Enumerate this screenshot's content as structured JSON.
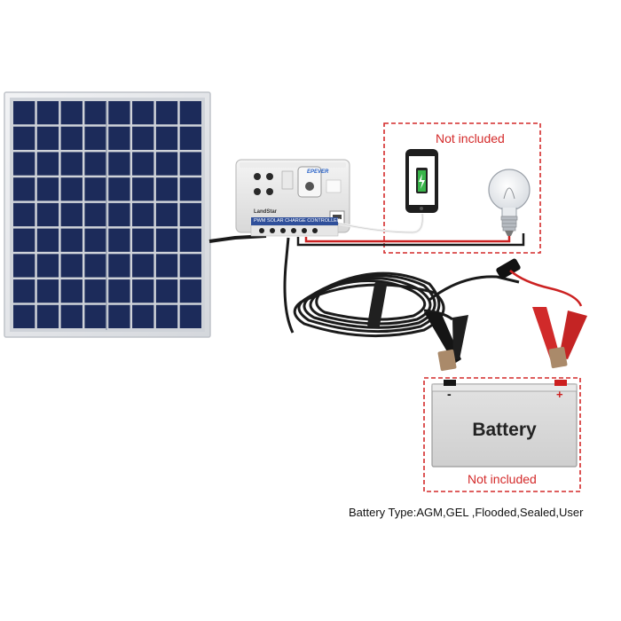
{
  "labels": {
    "not_included_top": "Not included",
    "not_included_bottom": "Not included",
    "battery": "Battery",
    "battery_type": "Battery Type:AGM,GEL ,Flooded,Sealed,User",
    "battery_negative": "-",
    "battery_positive": "+"
  },
  "controller": {
    "brand": "EPEVER",
    "model": "LandStar",
    "band_text": "PWM SOLAR CHARGE CONTROLLER"
  },
  "components": [
    "solar-panel",
    "charge-controller",
    "phone",
    "light-bulb",
    "battery",
    "alligator-clips",
    "inline-fuse"
  ],
  "colors": {
    "dashed_box": "#d42a2a",
    "wire_red": "#cc2222",
    "wire_black": "#1a1a1a",
    "panel_cell": "#1c2b5a",
    "panel_frame": "#e4e6ea",
    "battery_body": "#dcdcdc",
    "controller_band": "#2f4f9a"
  }
}
